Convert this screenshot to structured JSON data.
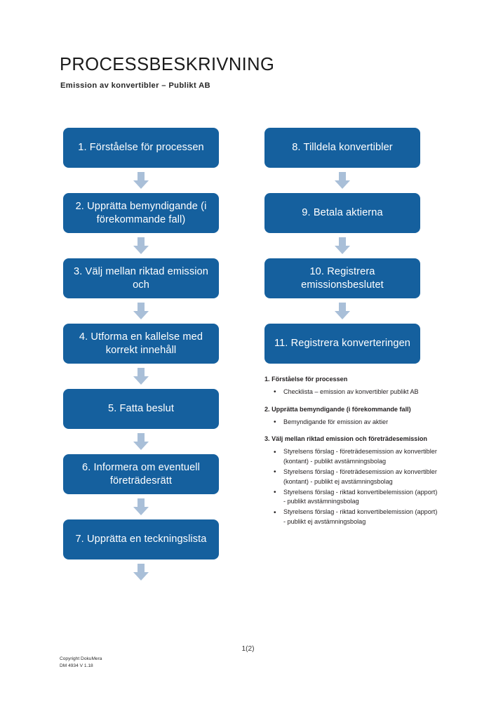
{
  "document": {
    "title": "PROCESSBESKRIVNING",
    "subtitle": "Emission av konvertibler – Publikt AB"
  },
  "colors": {
    "box_blue": "#15609E",
    "arrow_blue": "#A9BFD8",
    "text": "#231f20",
    "page_background": "#ffffff"
  },
  "flowchart": {
    "left_column": [
      {
        "label": "1. Förståelse för processen"
      },
      {
        "label": "2. Upprätta bemyndigande (i förekommande fall)"
      },
      {
        "label": "3. Välj mellan riktad emission och"
      },
      {
        "label": "4. Utforma en kallelse med korrekt innehåll"
      },
      {
        "label": "5. Fatta beslut"
      },
      {
        "label": "6. Informera om eventuell företrädesrätt"
      },
      {
        "label": "7. Upprätta en teckningslista"
      }
    ],
    "right_column": [
      {
        "label": "8. Tilldela konvertibler"
      },
      {
        "label": "9. Betala aktierna"
      },
      {
        "label": "10. Registrera emissionsbeslutet"
      },
      {
        "label": "11. Registrera konverteringen"
      }
    ],
    "arrow_icon": "arrow-down-icon"
  },
  "details": [
    {
      "heading": "1. Förståelse för processen",
      "items": [
        "Checklista – emission av konvertibler publikt AB"
      ]
    },
    {
      "heading": "2. Upprätta bemyndigande (i förekommande fall)",
      "items": [
        "Bemyndigande för emission av aktier"
      ]
    },
    {
      "heading": "3. Välj mellan riktad emission och företrädesemission",
      "items": [
        "Styrelsens förslag - företrädesemission av konvertibler (kontant) - publikt avstämningsbolag",
        "Styrelsens förslag - företrädesemission av konvertibler (kontant) - publikt ej avstämningsbolag",
        "Styrelsens förslag - riktad konvertibelemission (apport) - publikt avstämningsbolag",
        "Styrelsens förslag - riktad konvertibelemission (apport) - publikt ej avstämningsbolag"
      ]
    }
  ],
  "footer": {
    "page_number": "1(2)",
    "copyright": "Copyright DokuMera",
    "document_id": "DM 4934 V 1.18"
  }
}
